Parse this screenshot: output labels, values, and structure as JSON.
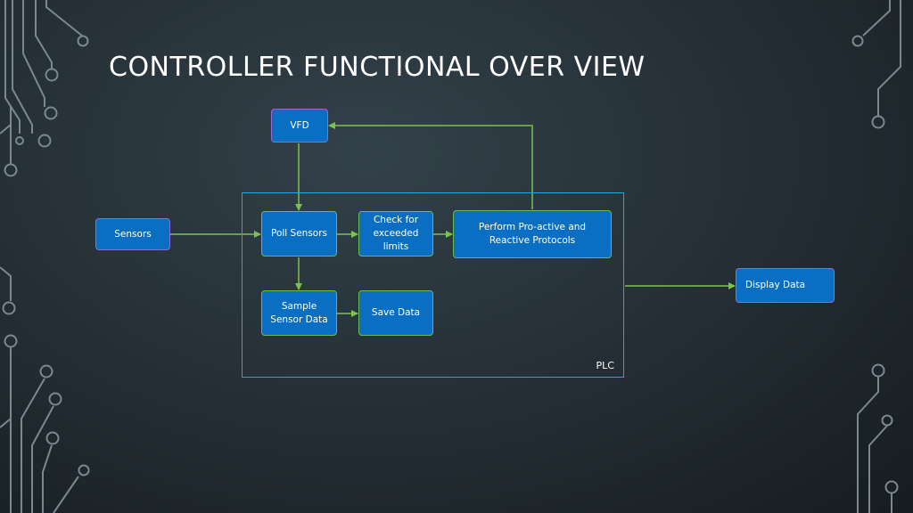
{
  "title": "CONTROLLER FUNCTIONAL OVER VIEW",
  "nodes": {
    "vfd": "VFD",
    "sensors": "Sensors",
    "poll_sensors": "Poll Sensors",
    "check_limits": "Check for exceeded limits",
    "protocols": "Perform Pro-active and Reactive Protocols",
    "sample_data": "Sample Sensor Data",
    "save_data": "Save Data",
    "display_data": "Display Data"
  },
  "container_label": "PLC",
  "colors": {
    "node_fill": "#0a6fc2",
    "node_border_green": "#6dbb4c",
    "node_border_purple": "#8e6bd8",
    "container_border": "#1ea7e6",
    "arrow": "#7cc24e",
    "circuit": "#7b8890"
  }
}
